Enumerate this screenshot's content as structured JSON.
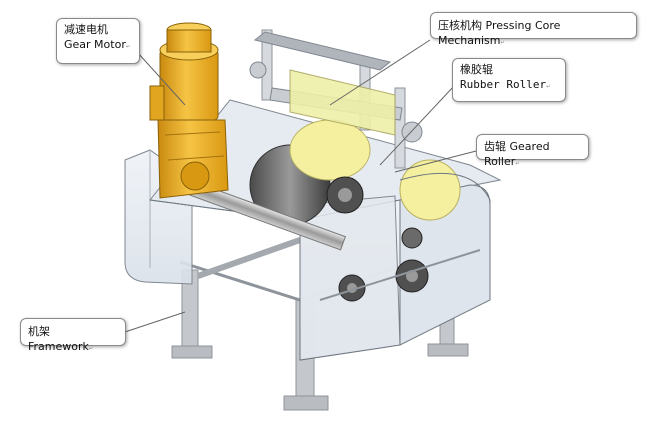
{
  "labels": {
    "gear_motor": {
      "zh": "减速电机",
      "en": "Gear Motor"
    },
    "pressing_core": {
      "zh": "压核机构",
      "en": "Pressing Core Mechanism"
    },
    "rubber_roller": {
      "zh": "橡胶辊",
      "en": "Rubber Roller"
    },
    "geared_roller": {
      "zh": "齿辊",
      "en": "Geared Roller"
    },
    "framework": {
      "zh": "机架",
      "en": "Framework"
    },
    "mark": "↵"
  },
  "colors": {
    "motor": "#f2b21d",
    "motor_dark": "#c98a10",
    "frame": "#bfc3c8",
    "frame_dark": "#8e949b",
    "guard": "#dfe6ee",
    "roller_yellow": "#f4f0a0",
    "leader": "#666666"
  }
}
